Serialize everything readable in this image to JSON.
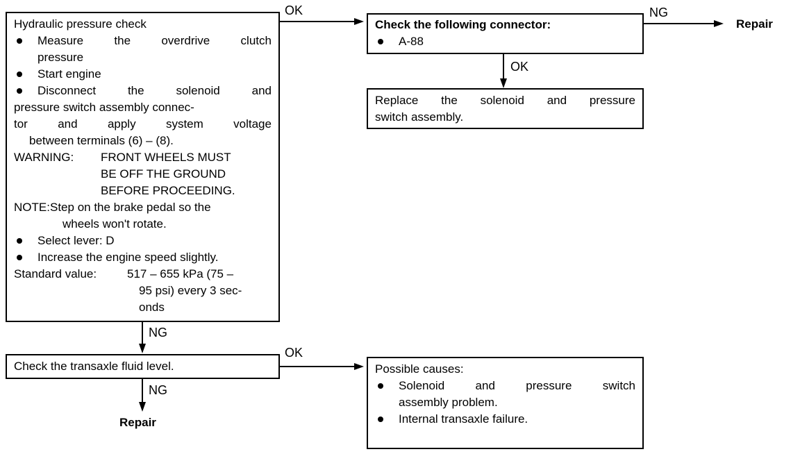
{
  "box1": {
    "title": "Hydraulic pressure check",
    "b1_l1_words": [
      "Measure",
      "the",
      "overdrive",
      "clutch"
    ],
    "b1_l2": "pressure",
    "b2": "Start engine",
    "b3_l1_words": [
      "Disconnect",
      "the",
      "solenoid",
      "and"
    ],
    "b3_l2": "pressure switch assembly connec-",
    "b3_l3_words": [
      "tor",
      "and",
      "apply",
      "system",
      "voltage"
    ],
    "b3_l4": "between terminals (6) – (8).",
    "warning_label": "WARNING:",
    "warning_l1": "FRONT WHEELS MUST",
    "warning_l2": "BE OFF THE GROUND",
    "warning_l3": "BEFORE PROCEEDING.",
    "note_label": "NOTE:",
    "note_l1": "Step on the brake pedal so the",
    "note_l2": "wheels won't rotate.",
    "b4": "Select lever: D",
    "b5": "Increase the engine speed slightly.",
    "std_label": "Standard value:",
    "std_l1": "517 – 655 kPa (75 –",
    "std_l2": "95 psi) every 3 sec-",
    "std_l3": "onds"
  },
  "box2": {
    "title": "Check the following connector:",
    "item": "A-88"
  },
  "box3": {
    "l1_words": [
      "Replace",
      "the",
      "solenoid",
      "and",
      "pressure"
    ],
    "l2": "switch assembly."
  },
  "box4": {
    "text": "Check the transaxle fluid level."
  },
  "box5": {
    "title": "Possible causes:",
    "c1_l1_words": [
      "Solenoid",
      "and",
      "pressure",
      "switch"
    ],
    "c1_l2": "assembly problem.",
    "c2": "Internal transaxle failure."
  },
  "labels": {
    "ok_top": "OK",
    "ng_top": "NG",
    "ok_mid": "OK",
    "ng_box1": "NG",
    "ok_bottom": "OK",
    "ng_bottom": "NG",
    "repair_top": "Repair",
    "repair_bottom": "Repair"
  }
}
